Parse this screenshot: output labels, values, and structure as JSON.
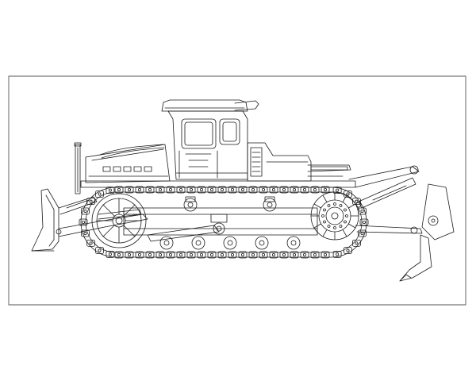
{
  "drawing": {
    "subject": "bulldozer-side-elevation",
    "style": "black-line-drawing-on-white",
    "colors": {
      "line": "#1a1a1a",
      "background": "#ffffff",
      "frame": "#555555"
    },
    "components": [
      "cab",
      "engine-hood",
      "exhaust-stack",
      "front-blade",
      "crawler-track",
      "sprocket",
      "idler-wheel",
      "track-rollers",
      "rear-ripper",
      "ripper-cylinder"
    ]
  }
}
